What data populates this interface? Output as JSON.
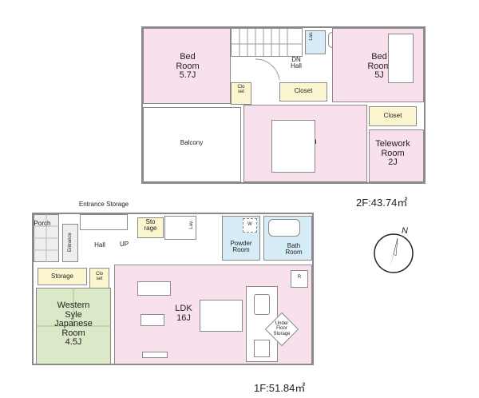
{
  "second_floor": {
    "area_label": "2F:43.74㎡",
    "rooms": {
      "bedroom_a": "Bed\nRoom\n5.7J",
      "bedroom_b": "Bed\nRoom\n5J",
      "bedroom_c": "Bed\nRoom\n8J",
      "telework": "Telework\nRoom\n2J",
      "balcony": "Balcony",
      "closet_1": "Clo\nset",
      "closet_2": "Closet",
      "closet_3": "Closet",
      "lav": "Lav.",
      "hall": "DN\nHall"
    }
  },
  "first_floor": {
    "area_label": "1F:51.84㎡",
    "rooms": {
      "ldk": "LDK\n16J",
      "western": "Western\nSyle\nJapanese\nRoom\n4.5J",
      "storage": "Storage",
      "closet": "Clo\nset",
      "entrance_storage": "Entrance Storage",
      "porch": "Porch",
      "entrance": "Entrance",
      "hall": "Hall",
      "up": "UP",
      "storage_small": "Sto\nrage",
      "lav": "Lav.",
      "powder": "Powder\nRoom",
      "bath": "Bath\nRoom",
      "washer": "W",
      "fridge": "R",
      "under_floor": "Under\nFloor\nStorage"
    }
  },
  "compass": {
    "label": "N"
  }
}
